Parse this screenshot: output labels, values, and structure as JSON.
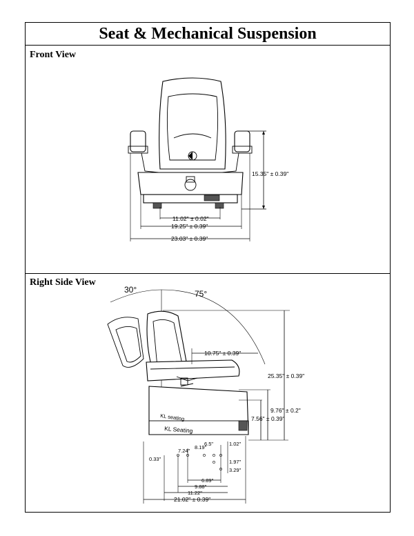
{
  "title": "Seat & Mechanical Suspension",
  "front_view": {
    "label": "Front View",
    "dimensions": {
      "height": "15.35\" ± 0.39\"",
      "width_a": "11.02\" ± 0.02\"",
      "width_b": "19.25\" ± 0.39\"",
      "width_c": "23.03\" ± 0.39\""
    }
  },
  "side_view": {
    "label": "Right Side View",
    "angles": {
      "recline": "30°",
      "forward": "75°"
    },
    "dimensions": {
      "depth": "10.75\" ± 0.39\"",
      "total_height": "25.35\" ± 0.39\"",
      "susp_height": "9.76\" ± 0.2\"",
      "base_height": "7.56\" ± 0.39\"",
      "total_length": "21.02\" ± 0.39\""
    },
    "mount_dims": [
      "7.24\"",
      "8.19\"",
      "6.5\"",
      "1.02\"",
      "0.33\"",
      "1.97\"",
      "3.29\"",
      "6.89\"",
      "9.88\"",
      "11.22\""
    ],
    "brand_upper": "KL seating",
    "brand_lower": "KL Seating"
  }
}
